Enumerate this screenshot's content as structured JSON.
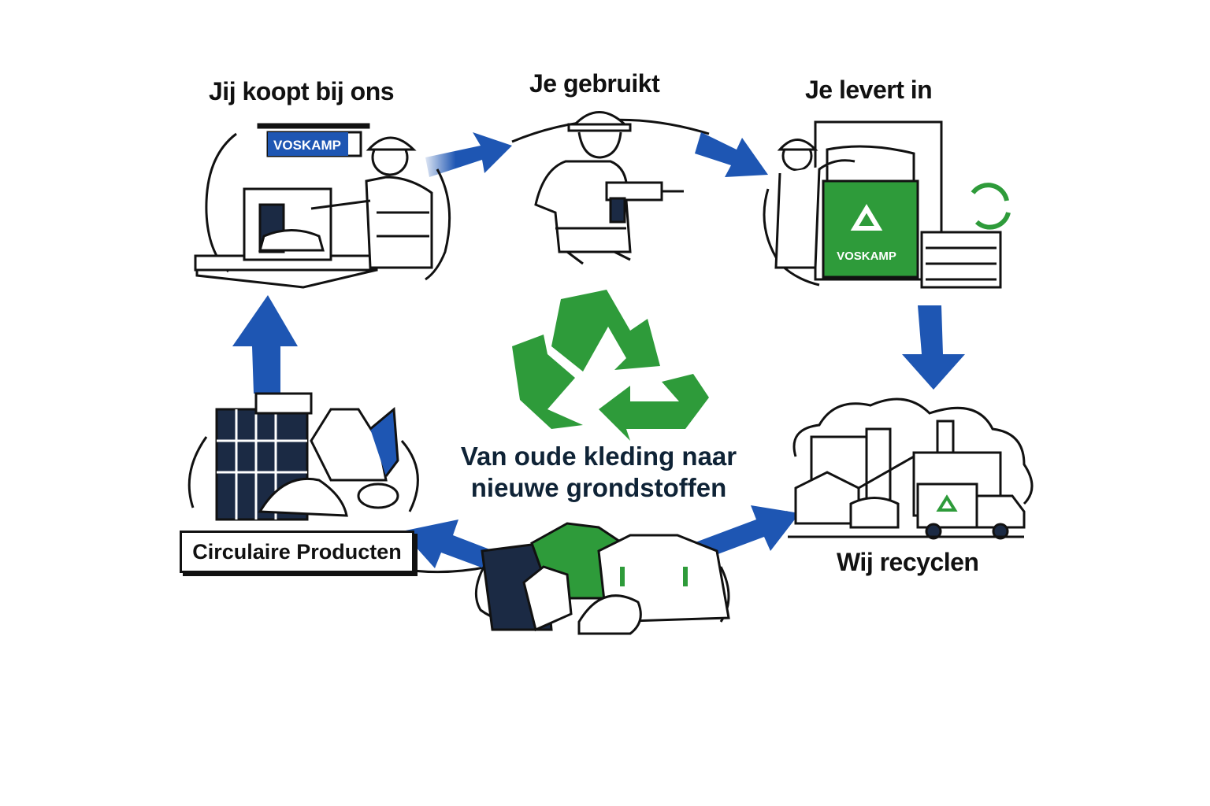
{
  "steps": {
    "buy": "Jij koopt bij ons",
    "use": "Je gebruikt",
    "return": "Je levert in",
    "recycle": "Wij recyclen",
    "circular": "Circulaire Producten"
  },
  "center": {
    "line1": "Van oude kleding naar",
    "line2": "nieuwe grondstoffen"
  },
  "brand": {
    "shop_sign": "VOSKAMP",
    "bin_label": "VOSKAMP"
  },
  "colors": {
    "arrow_blue": "#1e56b3",
    "recycle_green": "#2e9b3a",
    "ink": "#111111",
    "navy": "#1b2a44"
  },
  "icons": [
    "store-counter-icon",
    "worker-drill-icon",
    "return-bin-icon",
    "recycle-factory-icon",
    "workwear-pile-icon",
    "circular-products-icon",
    "recycle-symbol-icon"
  ]
}
